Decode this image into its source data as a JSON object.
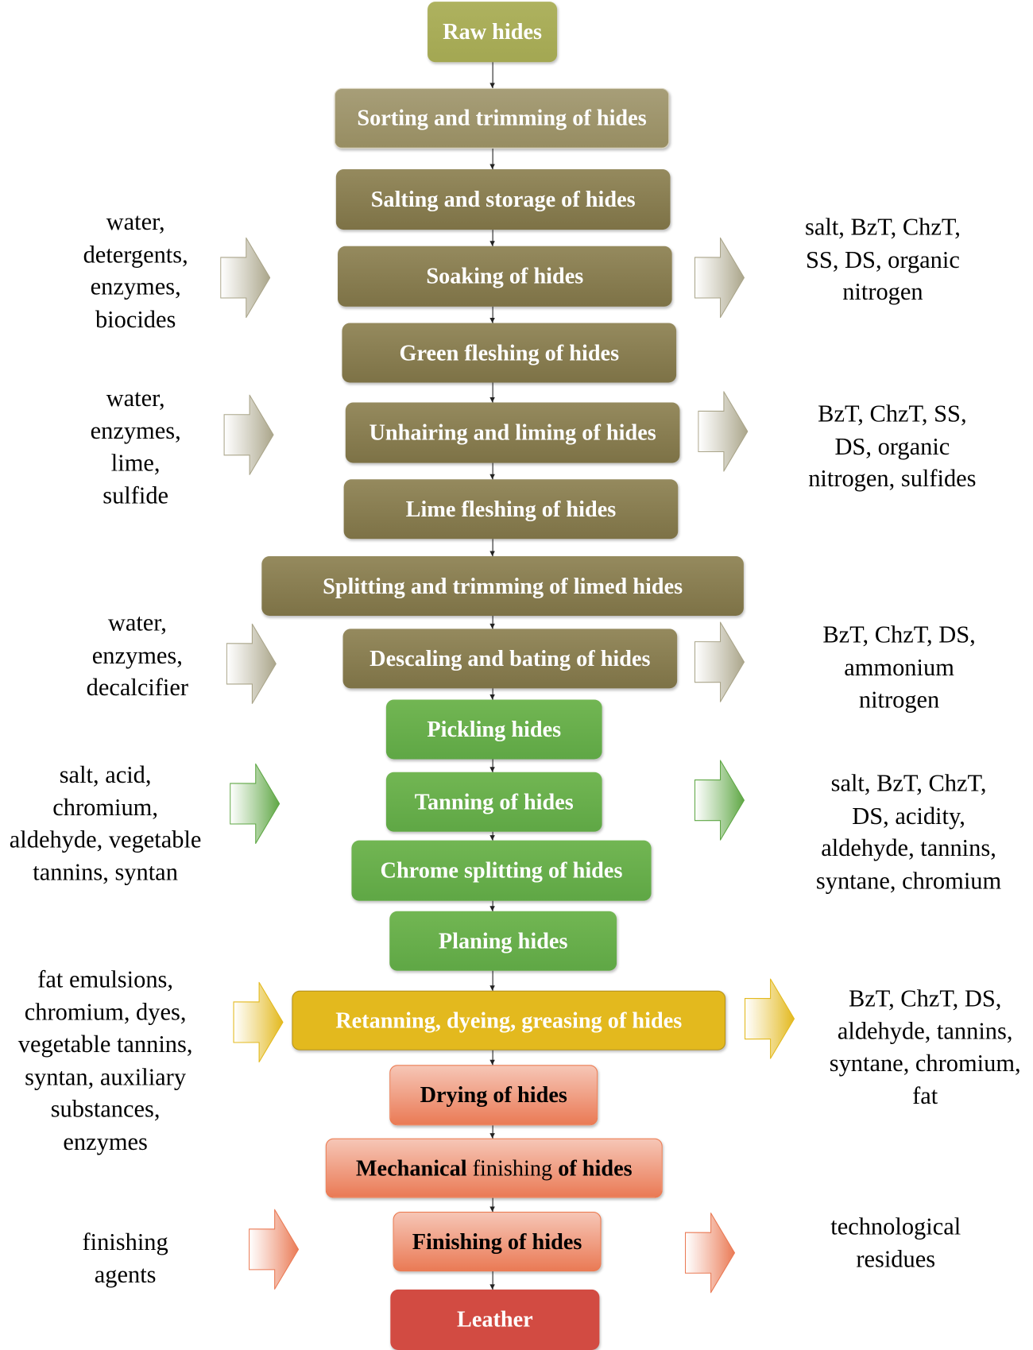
{
  "steps": [
    {
      "label": "Raw hides"
    },
    {
      "label": "Sorting and trimming of hides"
    },
    {
      "label": "Salting and storage of hides"
    },
    {
      "label": "Soaking of hides"
    },
    {
      "label": "Green fleshing of hides"
    },
    {
      "label": "Unhairing and liming of hides"
    },
    {
      "label": "Lime fleshing of hides"
    },
    {
      "label": "Splitting and trimming of limed hides"
    },
    {
      "label": "Descaling and bating of hides"
    },
    {
      "label": "Pickling hides"
    },
    {
      "label": "Tanning of hides"
    },
    {
      "label": "Chrome splitting of hides"
    },
    {
      "label": "Planing hides"
    },
    {
      "label": "Retanning, dyeing, greasing of hides"
    },
    {
      "label": "Drying of hides"
    },
    {
      "label_parts": [
        "Mechanical",
        "finishing",
        "of hides"
      ]
    },
    {
      "label": "Finishing of hides"
    },
    {
      "label": "Leather"
    }
  ],
  "inputs": [
    {
      "lines": [
        "water,",
        "detergents,",
        "enzymes,",
        "biocides"
      ]
    },
    {
      "lines": [
        "water,",
        "enzymes,",
        "lime,",
        "sulfide"
      ]
    },
    {
      "lines": [
        "water,",
        "enzymes,",
        "decalcifier"
      ]
    },
    {
      "lines": [
        "salt, acid,",
        "chromium,",
        "aldehyde, vegetable",
        "tannins, syntan"
      ]
    },
    {
      "lines": [
        "fat emulsions,",
        "chromium, dyes,",
        "vegetable tannins,",
        "syntan, auxiliary",
        "substances,",
        "enzymes"
      ]
    },
    {
      "lines": [
        "finishing",
        "agents"
      ]
    }
  ],
  "outputs": [
    {
      "lines": [
        "salt, BzT, ChzT,",
        "SS, DS, organic",
        "nitrogen"
      ]
    },
    {
      "lines": [
        "BzT, ChzT, SS,",
        "DS, organic",
        "nitrogen, sulfides"
      ]
    },
    {
      "lines": [
        "BzT, ChzT, DS,",
        "ammonium",
        "nitrogen"
      ]
    },
    {
      "lines": [
        "salt, BzT, ChzT,",
        "DS, acidity,",
        "aldehyde, tannins,",
        "syntane, chromium"
      ]
    },
    {
      "lines": [
        "BzT, ChzT, DS,",
        "aldehyde, tannins,",
        "syntane, chromium,",
        "fat"
      ]
    },
    {
      "lines": [
        "technological",
        "residues"
      ]
    }
  ],
  "colors": {
    "beige": "#aaa58a",
    "green": "#5fa745",
    "yellow": "#e3b91e",
    "orange": "#ea7a55"
  }
}
